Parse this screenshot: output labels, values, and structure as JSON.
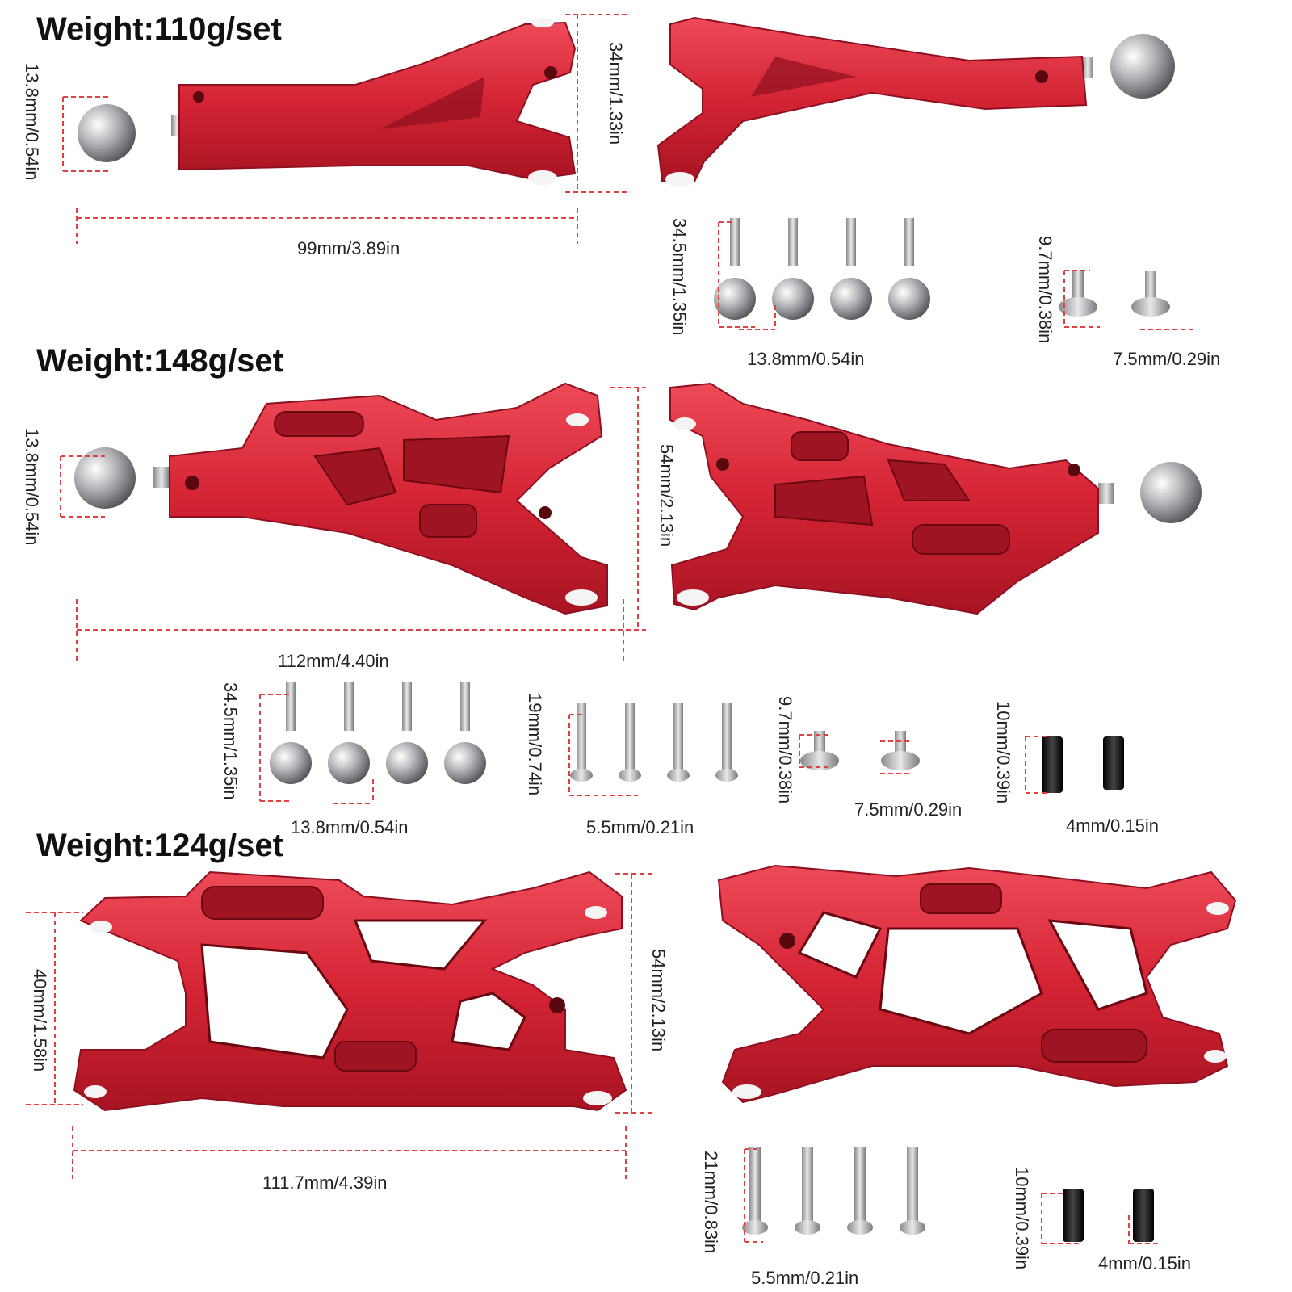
{
  "sections": [
    {
      "weight": "Weight:110g/set",
      "dims": {
        "ball": "13.8mm/0.54in",
        "height": "34mm/1.33in",
        "length": "99mm/3.89in",
        "ball_stud_height": "34.5mm/1.35in",
        "ball_stud_ball": "13.8mm/0.54in",
        "screw_height": "9.7mm/0.38in",
        "screw_width": "7.5mm/0.29in"
      }
    },
    {
      "weight": "Weight:148g/set",
      "dims": {
        "ball": "13.8mm/0.54in",
        "height": "54mm/2.13in",
        "length": "112mm/4.40in",
        "ball_stud_height": "34.5mm/1.35in",
        "ball_stud_ball": "13.8mm/0.54in",
        "long_screw_height": "19mm/0.74in",
        "long_screw_width": "5.5mm/0.21in",
        "screw_height": "9.7mm/0.38in",
        "screw_width": "7.5mm/0.29in",
        "set_screw_height": "10mm/0.39in",
        "set_screw_width": "4mm/0.15in"
      }
    },
    {
      "weight": "Weight:124g/set",
      "dims": {
        "height_left": "40mm/1.58in",
        "height_right": "54mm/2.13in",
        "length": "111.7mm/4.39in",
        "long_screw_height": "21mm/0.83in",
        "long_screw_width": "5.5mm/0.21in",
        "set_screw_height": "10mm/0.39in",
        "set_screw_width": "4mm/0.15in"
      }
    }
  ],
  "colors": {
    "arm_red": "#d8283a",
    "arm_dark": "#9e1422",
    "steel": "#c8c8cc",
    "dim_line": "#e04040",
    "black_screw": "#1a1a1a"
  }
}
